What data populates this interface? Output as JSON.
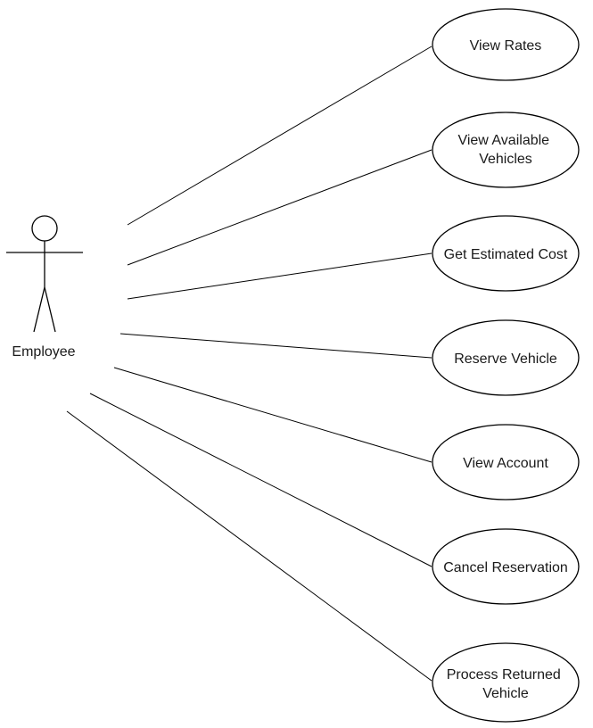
{
  "actor": {
    "label": "Employee"
  },
  "use_cases": [
    {
      "lines": [
        "View Rates"
      ]
    },
    {
      "lines": [
        "View Available",
        "Vehicles"
      ]
    },
    {
      "lines": [
        "Get Estimated Cost"
      ]
    },
    {
      "lines": [
        "Reserve Vehicle"
      ]
    },
    {
      "lines": [
        "View Account"
      ]
    },
    {
      "lines": [
        "Cancel Reservation"
      ]
    },
    {
      "lines": [
        "Process Returned",
        "Vehicle"
      ]
    }
  ]
}
